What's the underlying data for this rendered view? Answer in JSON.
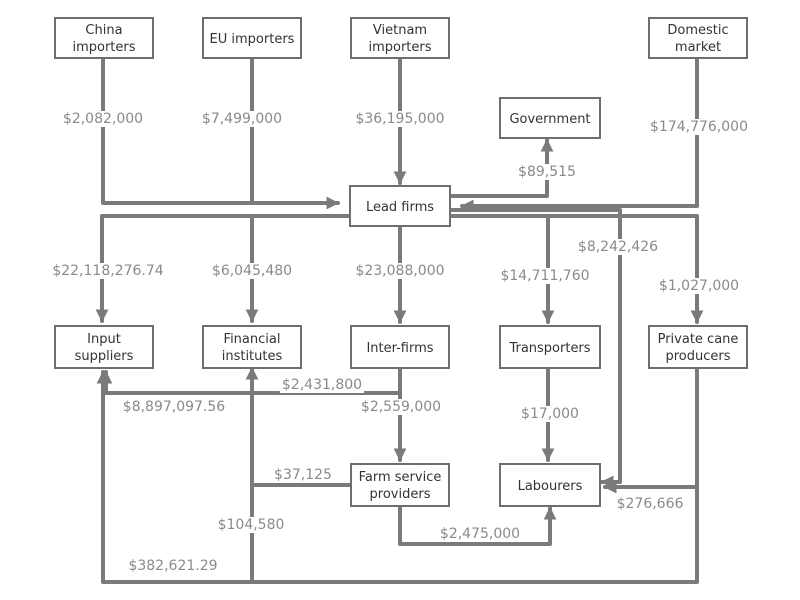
{
  "nodes": {
    "china": [
      "China",
      "importers"
    ],
    "eu": [
      "EU importers"
    ],
    "vietnam": [
      "Vietnam",
      "importers"
    ],
    "domestic": [
      "Domestic",
      "market"
    ],
    "government": [
      "Government"
    ],
    "lead": [
      "Lead firms"
    ],
    "input": [
      "Input",
      "suppliers"
    ],
    "financial": [
      "Financial",
      "institutes"
    ],
    "interfirms": [
      "Inter-firms"
    ],
    "transporters": [
      "Transporters"
    ],
    "private": [
      "Private cane",
      "producers"
    ],
    "farm": [
      "Farm service",
      "providers"
    ],
    "labourers": [
      "Labourers"
    ]
  },
  "flows": {
    "china_lead": "$2,082,000",
    "eu_lead": "$7,499,000",
    "vietnam_lead": "$36,195,000",
    "domestic_lead": "$174,776,000",
    "lead_government": "$89,515",
    "lead_input": "$22,118,276.74",
    "lead_financial": "$6,045,480",
    "lead_interfirms": "$23,088,000",
    "lead_transporters": "$14,711,760",
    "lead_labourers": "$8,242,426",
    "lead_private": "$1,027,000",
    "interfirms_financial": "$2,431,800",
    "interfirms_input": "$8,897,097.56",
    "interfirms_farm": "$2,559,000",
    "transporters_labourers": "$17,000",
    "farm_financial": "$37,125",
    "private_labourers": "$276,666",
    "private_financial": "$104,580",
    "farm_labourers": "$2,475,000",
    "private_input": "$382,621.29"
  }
}
